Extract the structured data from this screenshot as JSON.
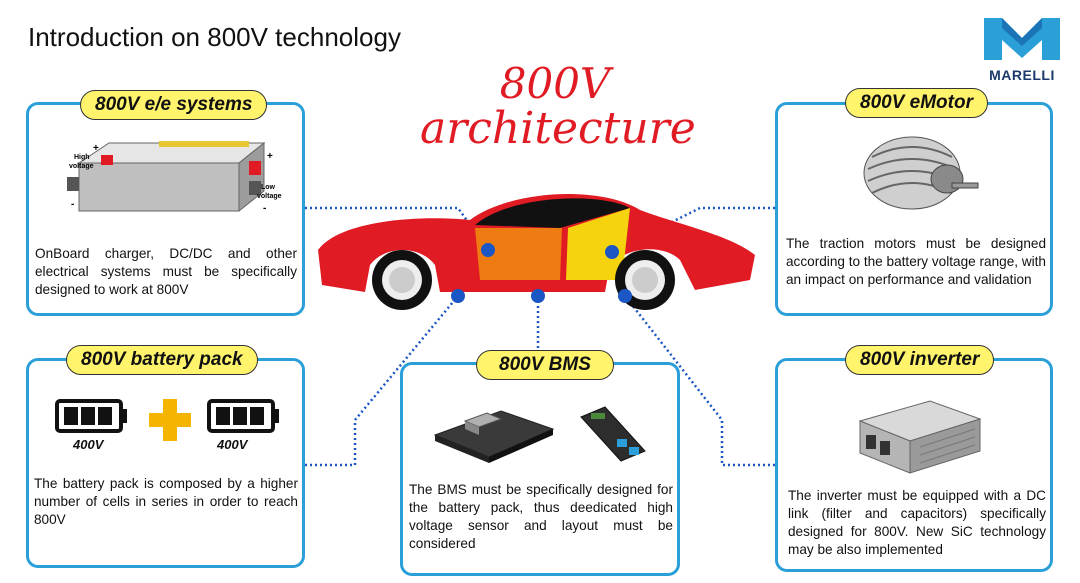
{
  "page": {
    "title": "Introduction on 800V technology"
  },
  "logo": {
    "text": "MARELLI",
    "brand_color": "#2a9fd8"
  },
  "architecture": {
    "line1": "800V",
    "line2": "architecture",
    "color": "#e01b24"
  },
  "cards": {
    "ee_systems": {
      "title": "800V e/e systems",
      "description": "OnBoard charger, DC/DC and other electrical systems must be specifically designed to work at 800V",
      "image_labels": {
        "high": "High voltage",
        "low": "Low voltage",
        "plus": "+",
        "minus": "-"
      }
    },
    "emotor": {
      "title": "800V eMotor",
      "description": "The traction motors must be designed according to the battery voltage range, with an  impact on performance and validation"
    },
    "battery": {
      "title": "800V battery pack",
      "description": "The battery pack is composed by a higher number of cells in series in order to reach 800V",
      "left_label": "400V",
      "right_label": "400V"
    },
    "bms": {
      "title": "800V BMS",
      "description": "The BMS must be specifically designed for the battery pack, thus deedicated high voltage sensor and layout must be considered"
    },
    "inverter": {
      "title": "800V inverter",
      "description": "The inverter must be equipped with a DC link (filter and capacitors) specifically designed for 800V. New SiC technology may be also implemented"
    }
  },
  "colors": {
    "card_border": "#2a9fd8",
    "tag_fill": "#fff46b",
    "car_body": "#e01b24",
    "connector": "#1a56c4"
  }
}
